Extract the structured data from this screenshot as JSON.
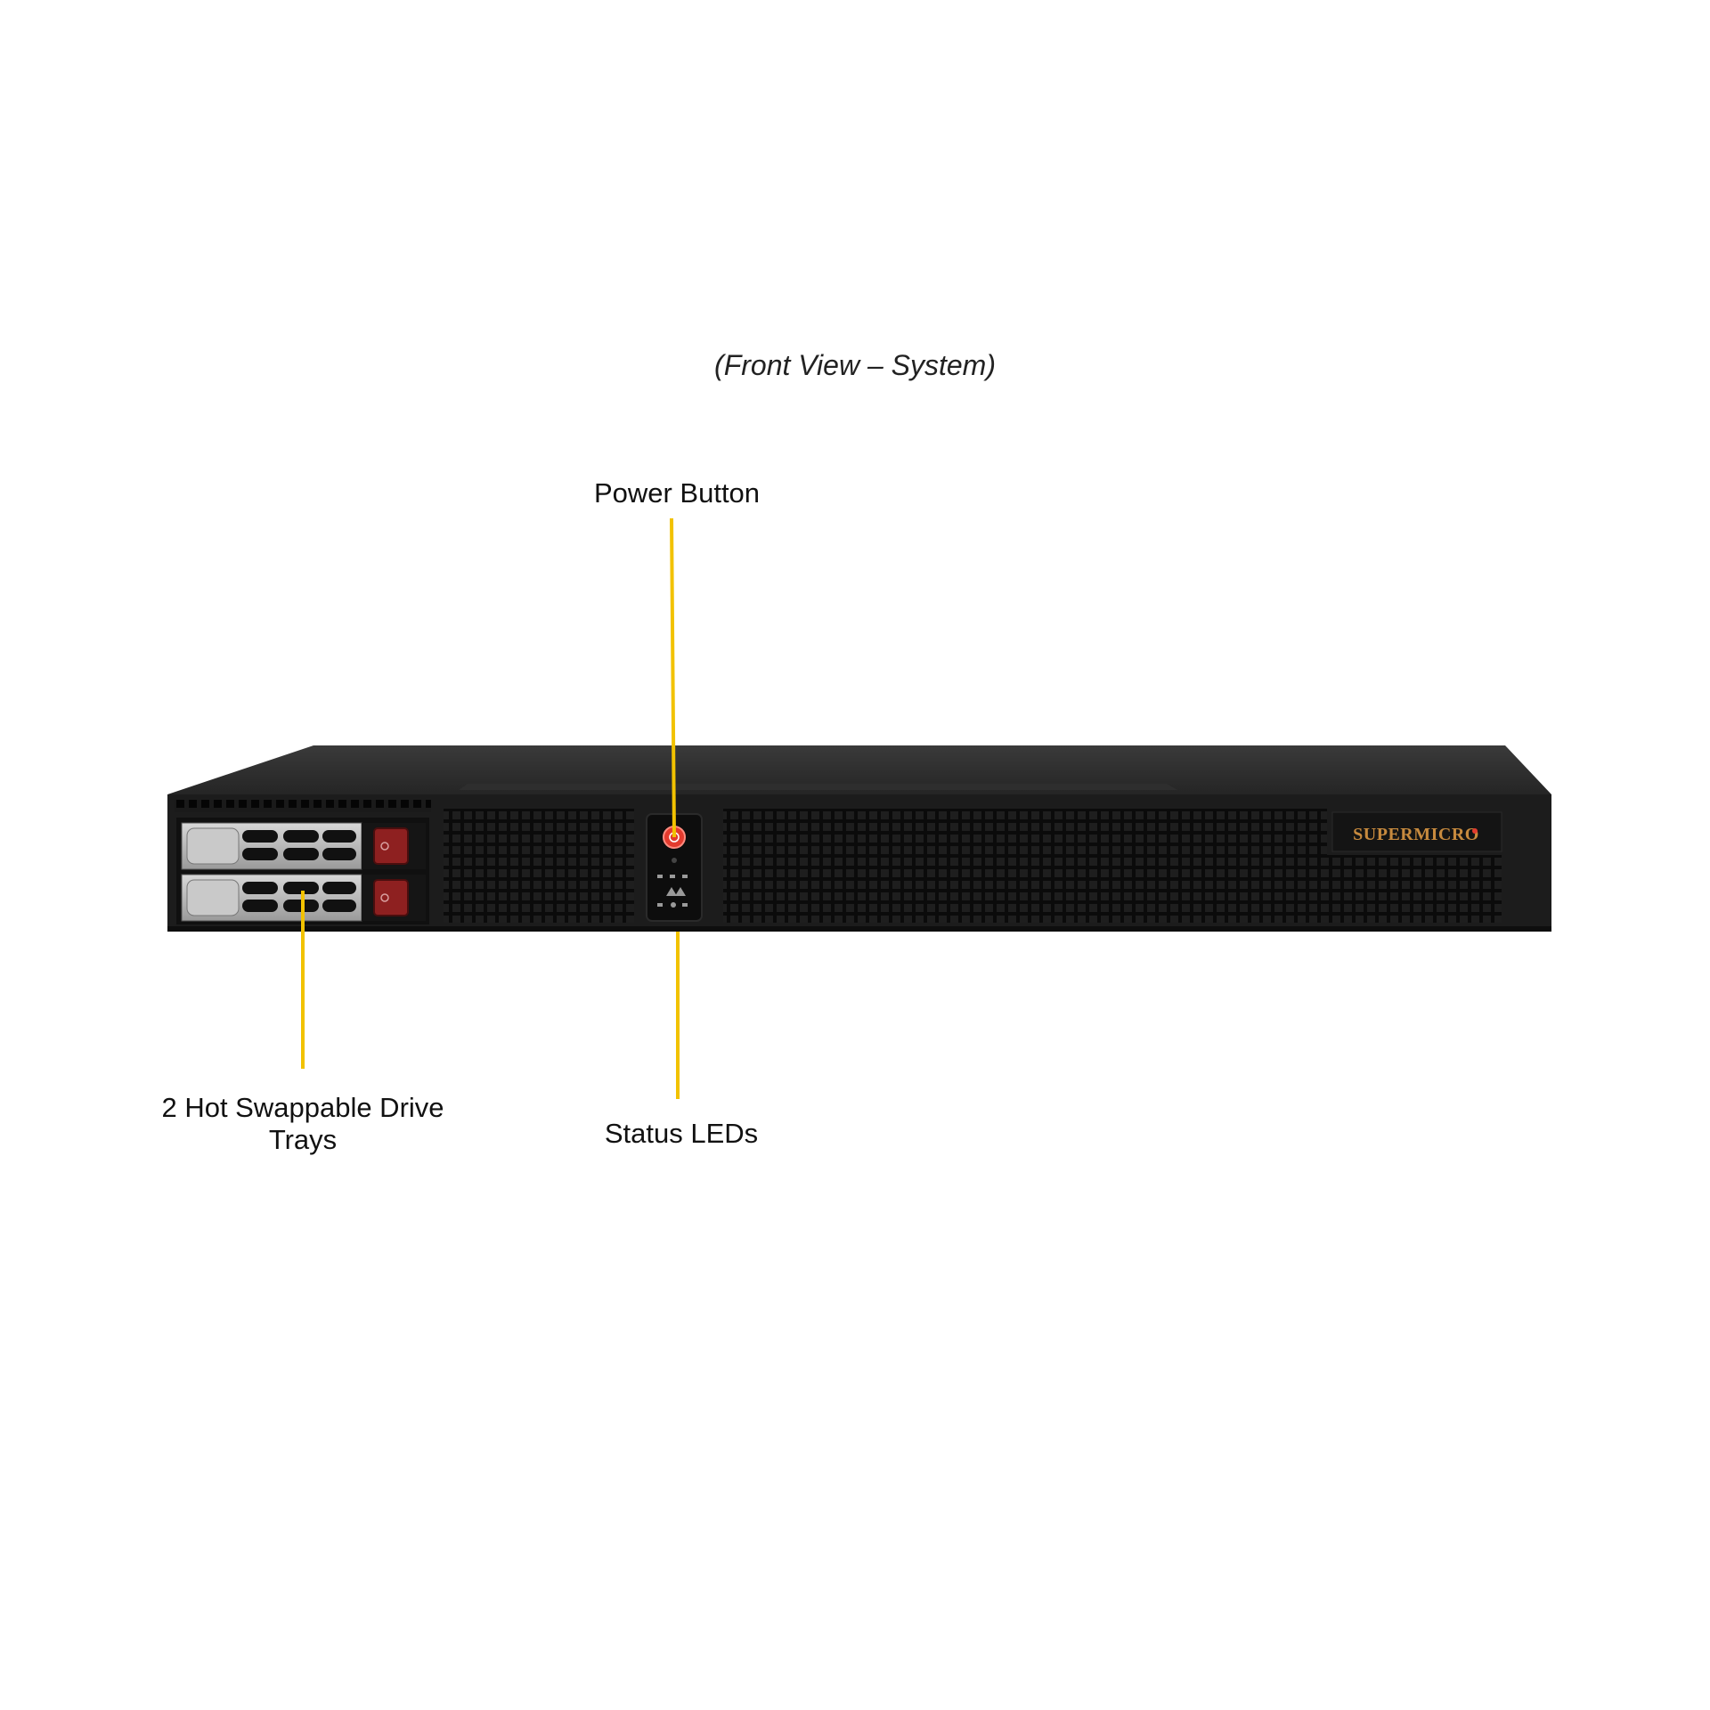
{
  "caption": "(Front View – System)",
  "callouts": {
    "power_button": "Power Button",
    "drive_trays": "2 Hot Swappable Drive Trays",
    "status_leds": "Status LEDs"
  },
  "brand": {
    "logo_text": "SUPERMICRO"
  },
  "colors": {
    "callout_line": "#f2c200",
    "chassis": "#1c1c1c",
    "power_button": "#e33b2e",
    "drive_latch": "#8e2020",
    "brand_gold": "#c78a3e"
  }
}
